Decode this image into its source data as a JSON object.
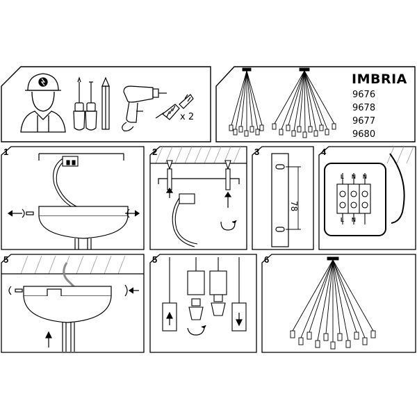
{
  "product": {
    "name": "IMBRIA",
    "codes": [
      "9676",
      "9678",
      "9677",
      "9680"
    ]
  },
  "tools": {
    "quantity_label": "x 2"
  },
  "steps": {
    "s1": "1",
    "s2": "2",
    "s3": "3",
    "s4": "4",
    "s5a": "5",
    "s5b": "5",
    "s6": "6"
  },
  "measure": {
    "value": "78"
  },
  "terminal": {
    "labels": [
      "L",
      "N",
      "N",
      "L",
      "N"
    ]
  },
  "colors": {
    "line": "#000000",
    "ceiling_hatch": "#9a9a9a",
    "fill_gray": "#d9d9d9",
    "cable_gray": "#8c8c8c"
  }
}
